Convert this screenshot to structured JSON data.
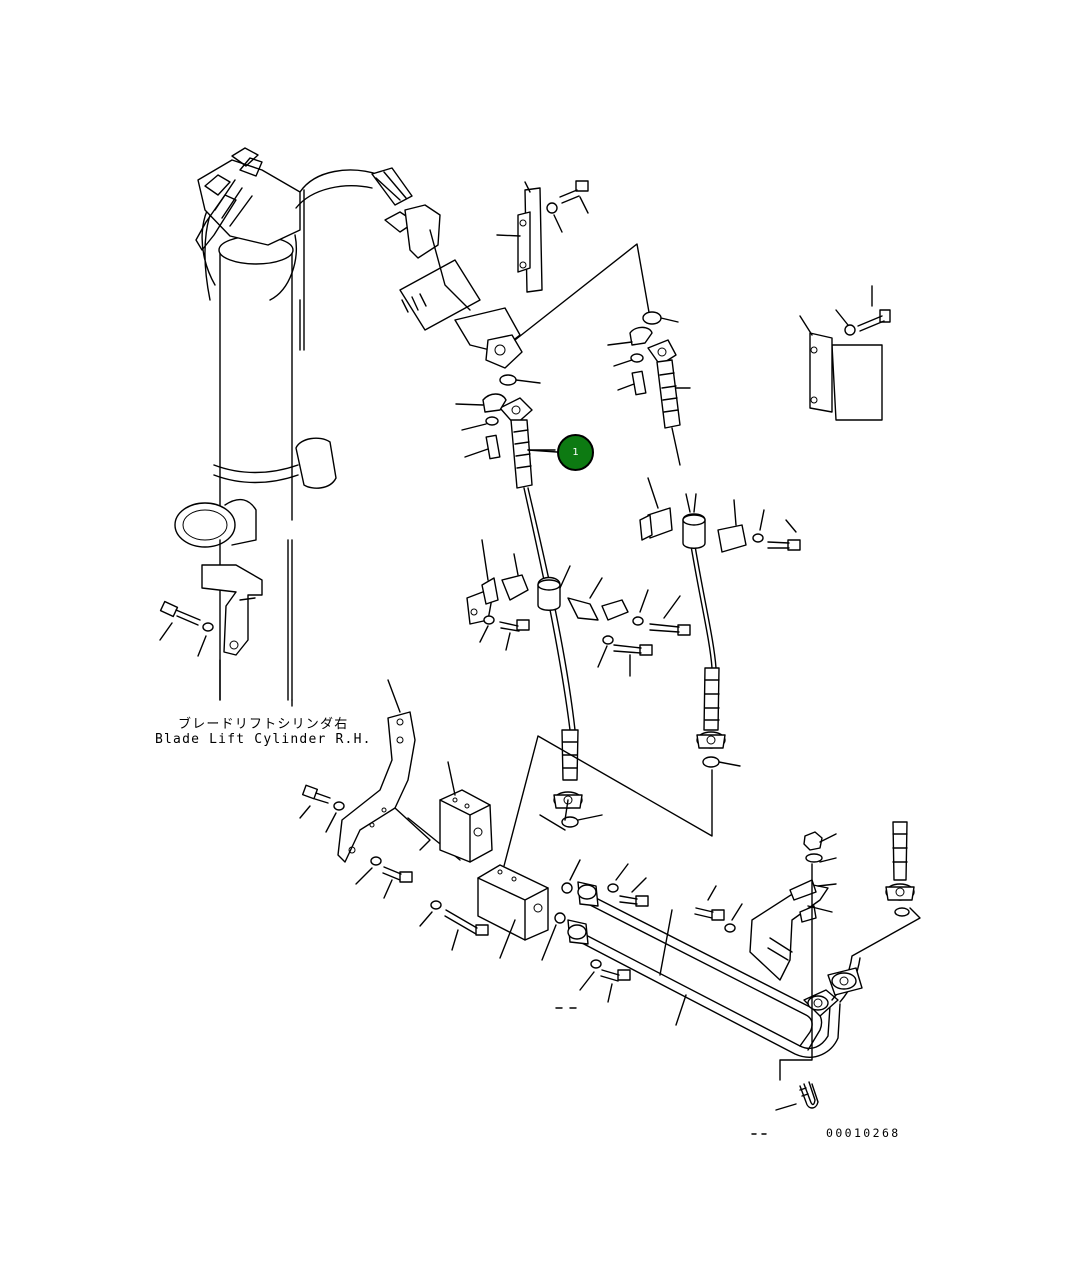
{
  "caption": {
    "japanese": "ブレードリフトシリンダ右",
    "english": "Blade Lift Cylinder R.H."
  },
  "drawing_number": "00010268",
  "callouts": [
    {
      "label": "1",
      "color": "#0d7a12"
    }
  ]
}
